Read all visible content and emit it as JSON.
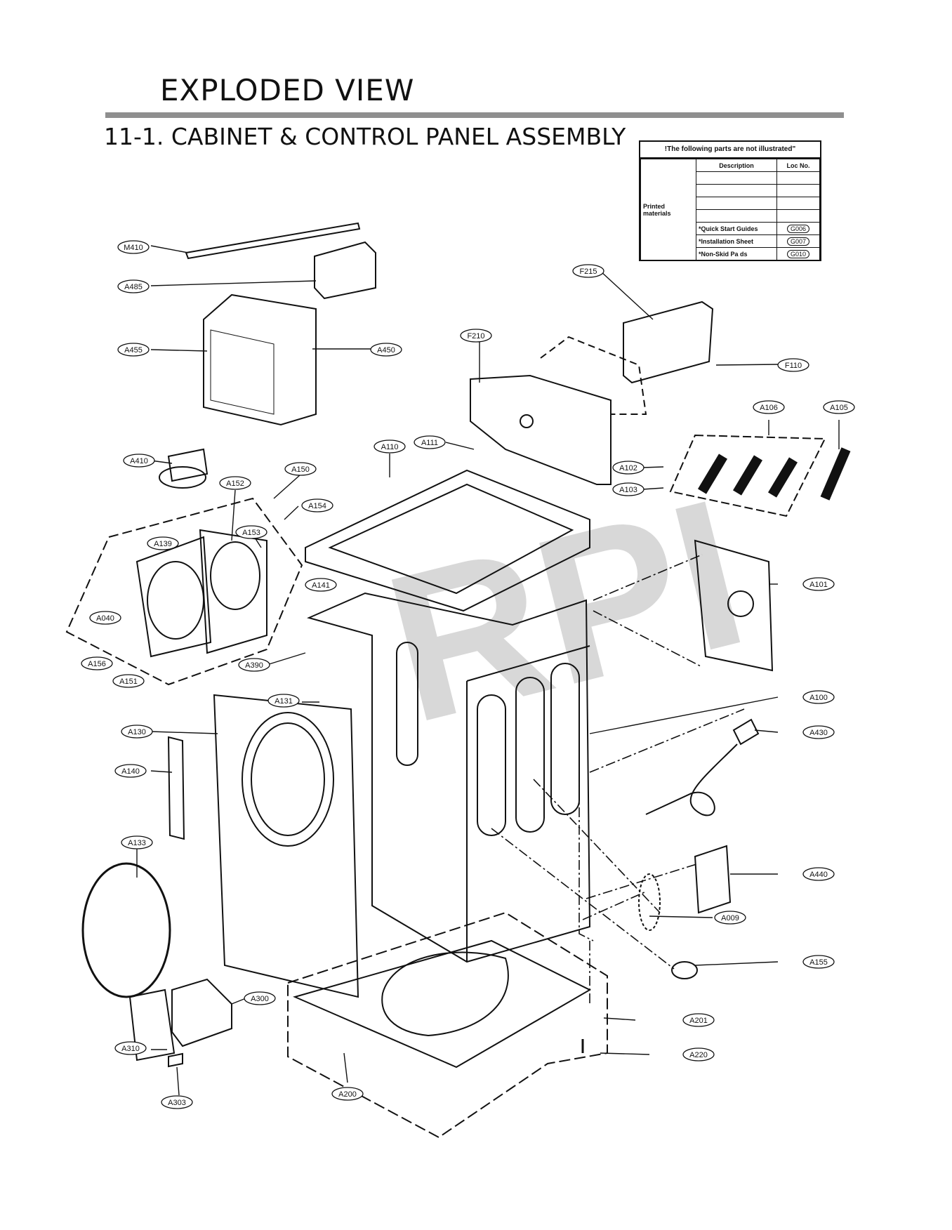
{
  "header": {
    "title": "EXPLODED VIEW",
    "section": "11-1. CABINET  & CONTROL PANEL ASSEMBLY"
  },
  "not_illustrated": {
    "heading": "!The following parts are not illustrated\"",
    "col_description": "Description",
    "col_loc": "Loc No.",
    "group_label": "Printed materials",
    "rows": [
      {
        "description": "*Quick Start Guides",
        "loc": "G006"
      },
      {
        "description": "*Installation Sheet",
        "loc": "G007"
      },
      {
        "description": "*Non-Skid Pa ds",
        "loc": "G010"
      }
    ]
  },
  "watermark": "RPI",
  "callouts": {
    "M410": "M410",
    "A485": "A485",
    "A455": "A455",
    "A450": "A450",
    "F215": "F215",
    "F210": "F210",
    "F110": "F110",
    "A106": "A106",
    "A105": "A105",
    "A410": "A410",
    "A150": "A150",
    "A152": "A152",
    "A111": "A111",
    "A110": "A110",
    "A102": "A102",
    "A103": "A103",
    "A154": "A154",
    "A139": "A139",
    "A153": "A153",
    "A040": "A040",
    "A141": "A141",
    "A101": "A101",
    "A156": "A156",
    "A390": "A390",
    "A151": "A151",
    "A131": "A131",
    "A100": "A100",
    "A130": "A130",
    "A430": "A430",
    "A140": "A140",
    "A133": "A133",
    "A440": "A440",
    "A009": "A009",
    "A155": "A155",
    "A300": "A300",
    "A201": "A201",
    "A310": "A310",
    "A220": "A220",
    "A303": "A303",
    "A200": "A200"
  }
}
